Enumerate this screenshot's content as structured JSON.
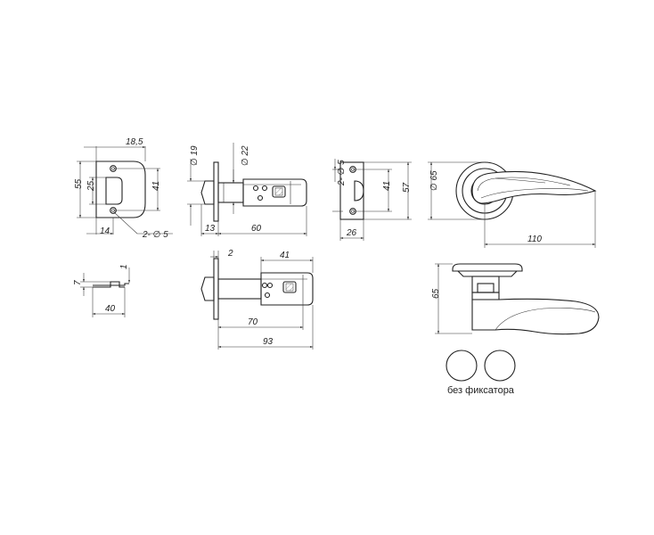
{
  "strike_plate_front": {
    "width_total": "18,5",
    "height_total": "55",
    "opening_height": "25",
    "hole_spacing": "41",
    "offset": "14",
    "holes": "2- ∅ 5"
  },
  "strike_plate_side": {
    "thickness": "7",
    "lip": "1",
    "length": "40"
  },
  "latch_top": {
    "bolt_dia": "∅ 19",
    "body_dia": "∅ 22",
    "faceplate": "13",
    "backset": "60"
  },
  "latch_side": {
    "gap": "2",
    "slot": "41",
    "length_70": "70",
    "length_93": "93"
  },
  "latch_faceplate": {
    "holes": "2- ∅ 5",
    "hole_spacing": "41",
    "height": "57",
    "width": "26"
  },
  "handle_front": {
    "rose_dia": "∅ 65",
    "length": "110"
  },
  "handle_side": {
    "height": "65"
  },
  "rosettes": {
    "caption": "без фиксатора"
  }
}
